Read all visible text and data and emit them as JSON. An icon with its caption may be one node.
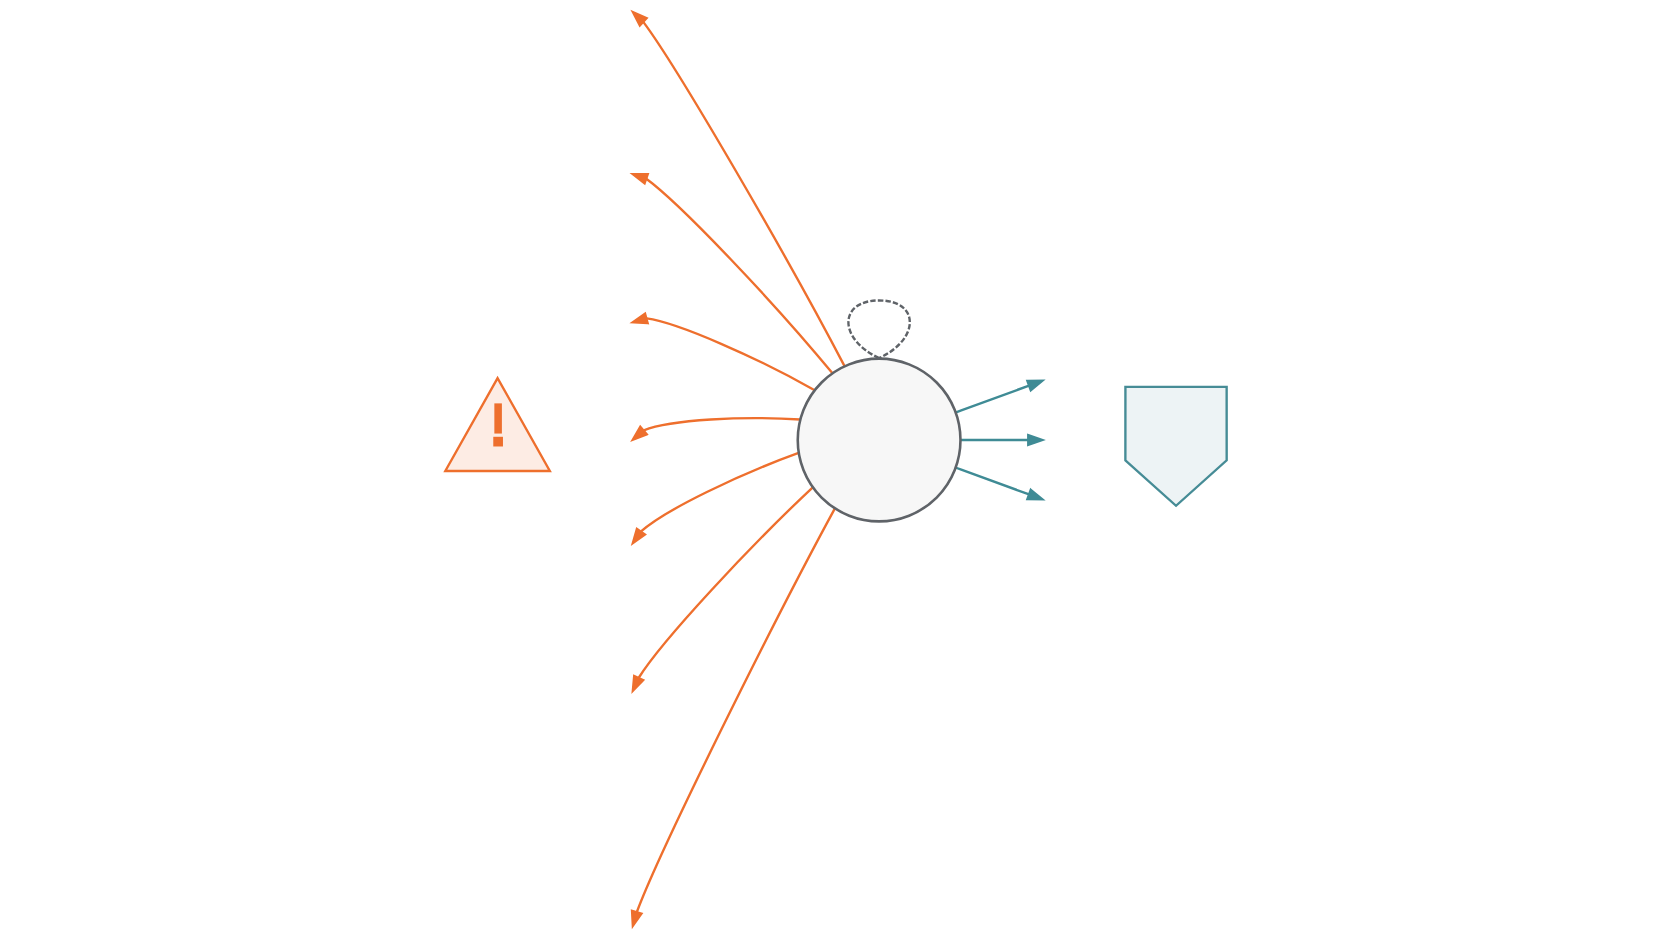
{
  "diagram": {
    "nodes": [
      {
        "text": [],
        "shape": "triangle"
      },
      {
        "text": [],
        "shape": "circle"
      },
      {
        "text": [],
        "shape": "shield"
      }
    ],
    "edges": [
      {
        "from": 1,
        "to": null,
        "arrow": "to"
      },
      {
        "from": 1,
        "to": null,
        "arrow": "to"
      },
      {
        "from": 1,
        "to": null,
        "arrow": "to"
      },
      {
        "from": 1,
        "to": null,
        "arrow": "to"
      },
      {
        "from": 1,
        "to": null,
        "arrow": "to"
      },
      {
        "from": 1,
        "to": null,
        "arrow": "to"
      },
      {
        "from": 1,
        "to": null,
        "arrow": "to"
      },
      {
        "from": 1,
        "to": null,
        "arrow": "to",
        "color": "#3f8b95"
      },
      {
        "from": 1,
        "to": null,
        "arrow": "to",
        "color": "#3f8b95"
      },
      {
        "from": 1,
        "to": null,
        "arrow": "to",
        "color": "#3f8b95"
      },
      {
        "from": 1,
        "to": 1,
        "arrow": "none",
        "style": "dashed",
        "color": "#5f6368"
      }
    ]
  }
}
